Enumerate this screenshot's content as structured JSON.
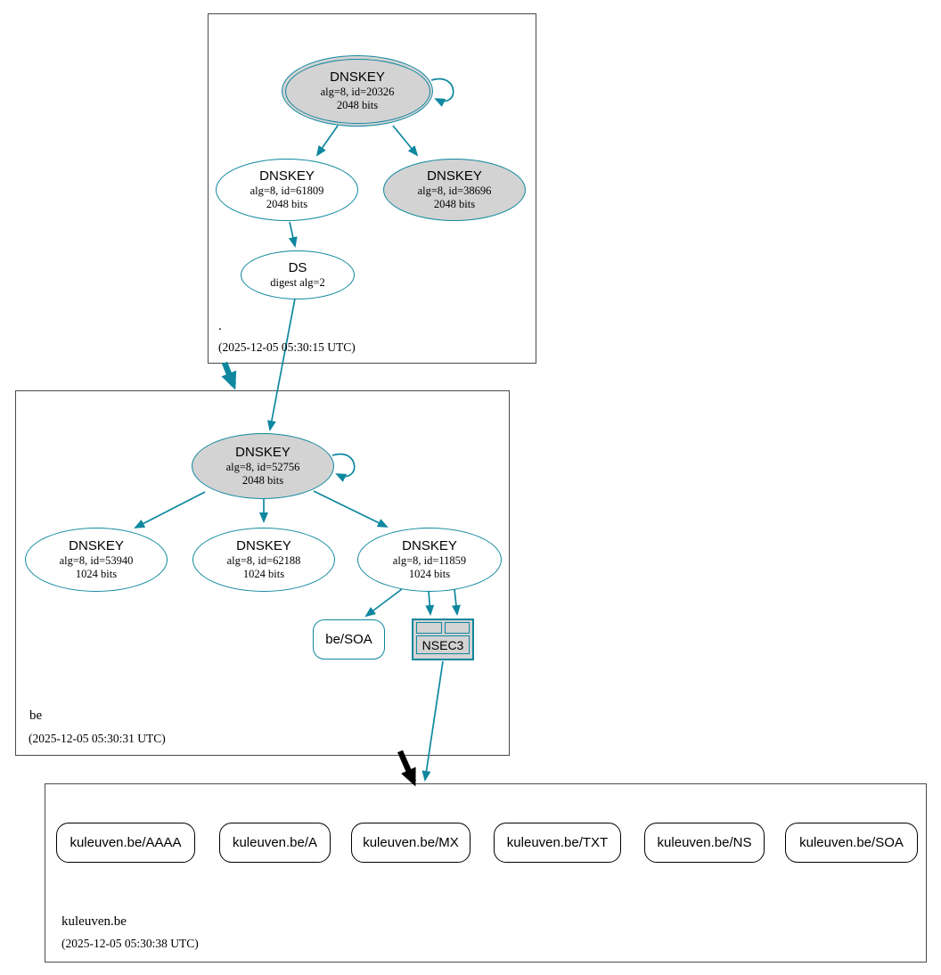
{
  "colors": {
    "secure_teal": "#0e879f",
    "node_fill_gray": "#d3d3d3",
    "insecure_black": "#000000",
    "zone_box_border": "#4a4a4a"
  },
  "root_zone": {
    "label": ".",
    "timestamp": "(2025-12-05 05:30:15 UTC)",
    "ksk": {
      "title": "DNSKEY",
      "detail": "alg=8, id=20326",
      "bits": "2048 bits"
    },
    "zsk": {
      "title": "DNSKEY",
      "detail": "alg=8, id=61809",
      "bits": "2048 bits"
    },
    "ksk2": {
      "title": "DNSKEY",
      "detail": "alg=8, id=38696",
      "bits": "2048 bits"
    },
    "ds": {
      "title": "DS",
      "detail": "digest alg=2"
    }
  },
  "be_zone": {
    "label": "be",
    "timestamp": "(2025-12-05 05:30:31 UTC)",
    "ksk": {
      "title": "DNSKEY",
      "detail": "alg=8, id=52756",
      "bits": "2048 bits"
    },
    "zsk1": {
      "title": "DNSKEY",
      "detail": "alg=8, id=53940",
      "bits": "1024 bits"
    },
    "zsk2": {
      "title": "DNSKEY",
      "detail": "alg=8, id=62188",
      "bits": "1024 bits"
    },
    "zsk3": {
      "title": "DNSKEY",
      "detail": "alg=8, id=11859",
      "bits": "1024 bits"
    },
    "soa": {
      "label": "be/SOA"
    },
    "nsec3": {
      "label": "NSEC3"
    }
  },
  "kuleuven_zone": {
    "label": "kuleuven.be",
    "timestamp": "(2025-12-05 05:30:38 UTC)",
    "rrsets": [
      {
        "label": "kuleuven.be/AAAA"
      },
      {
        "label": "kuleuven.be/A"
      },
      {
        "label": "kuleuven.be/MX"
      },
      {
        "label": "kuleuven.be/TXT"
      },
      {
        "label": "kuleuven.be/NS"
      },
      {
        "label": "kuleuven.be/SOA"
      }
    ]
  }
}
